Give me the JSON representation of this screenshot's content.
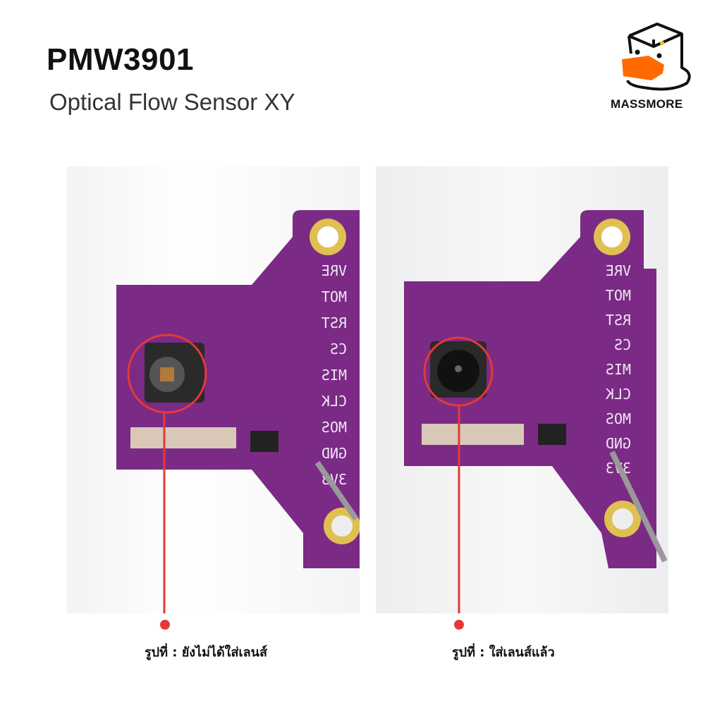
{
  "header": {
    "title": "PMW3901",
    "subtitle": "Optical Flow Sensor XY"
  },
  "logo": {
    "brand": "MASSMORE",
    "colors": {
      "beak": "#ff6a00",
      "eye": "#f5c400",
      "line": "#111111"
    }
  },
  "photos": [
    {
      "caption": "รูปที่ : ยังไม่ได้ใส่เลนส์"
    },
    {
      "caption": "รูปที่ : ใส่เลนส์แล้ว"
    }
  ],
  "pcb": {
    "pins": [
      "VRE",
      "MOT",
      "RST",
      "CS",
      "MIS",
      "CLK",
      "MOS",
      "GND",
      "3V3"
    ],
    "color": "#7b2a86",
    "highlight": "#e53935"
  }
}
